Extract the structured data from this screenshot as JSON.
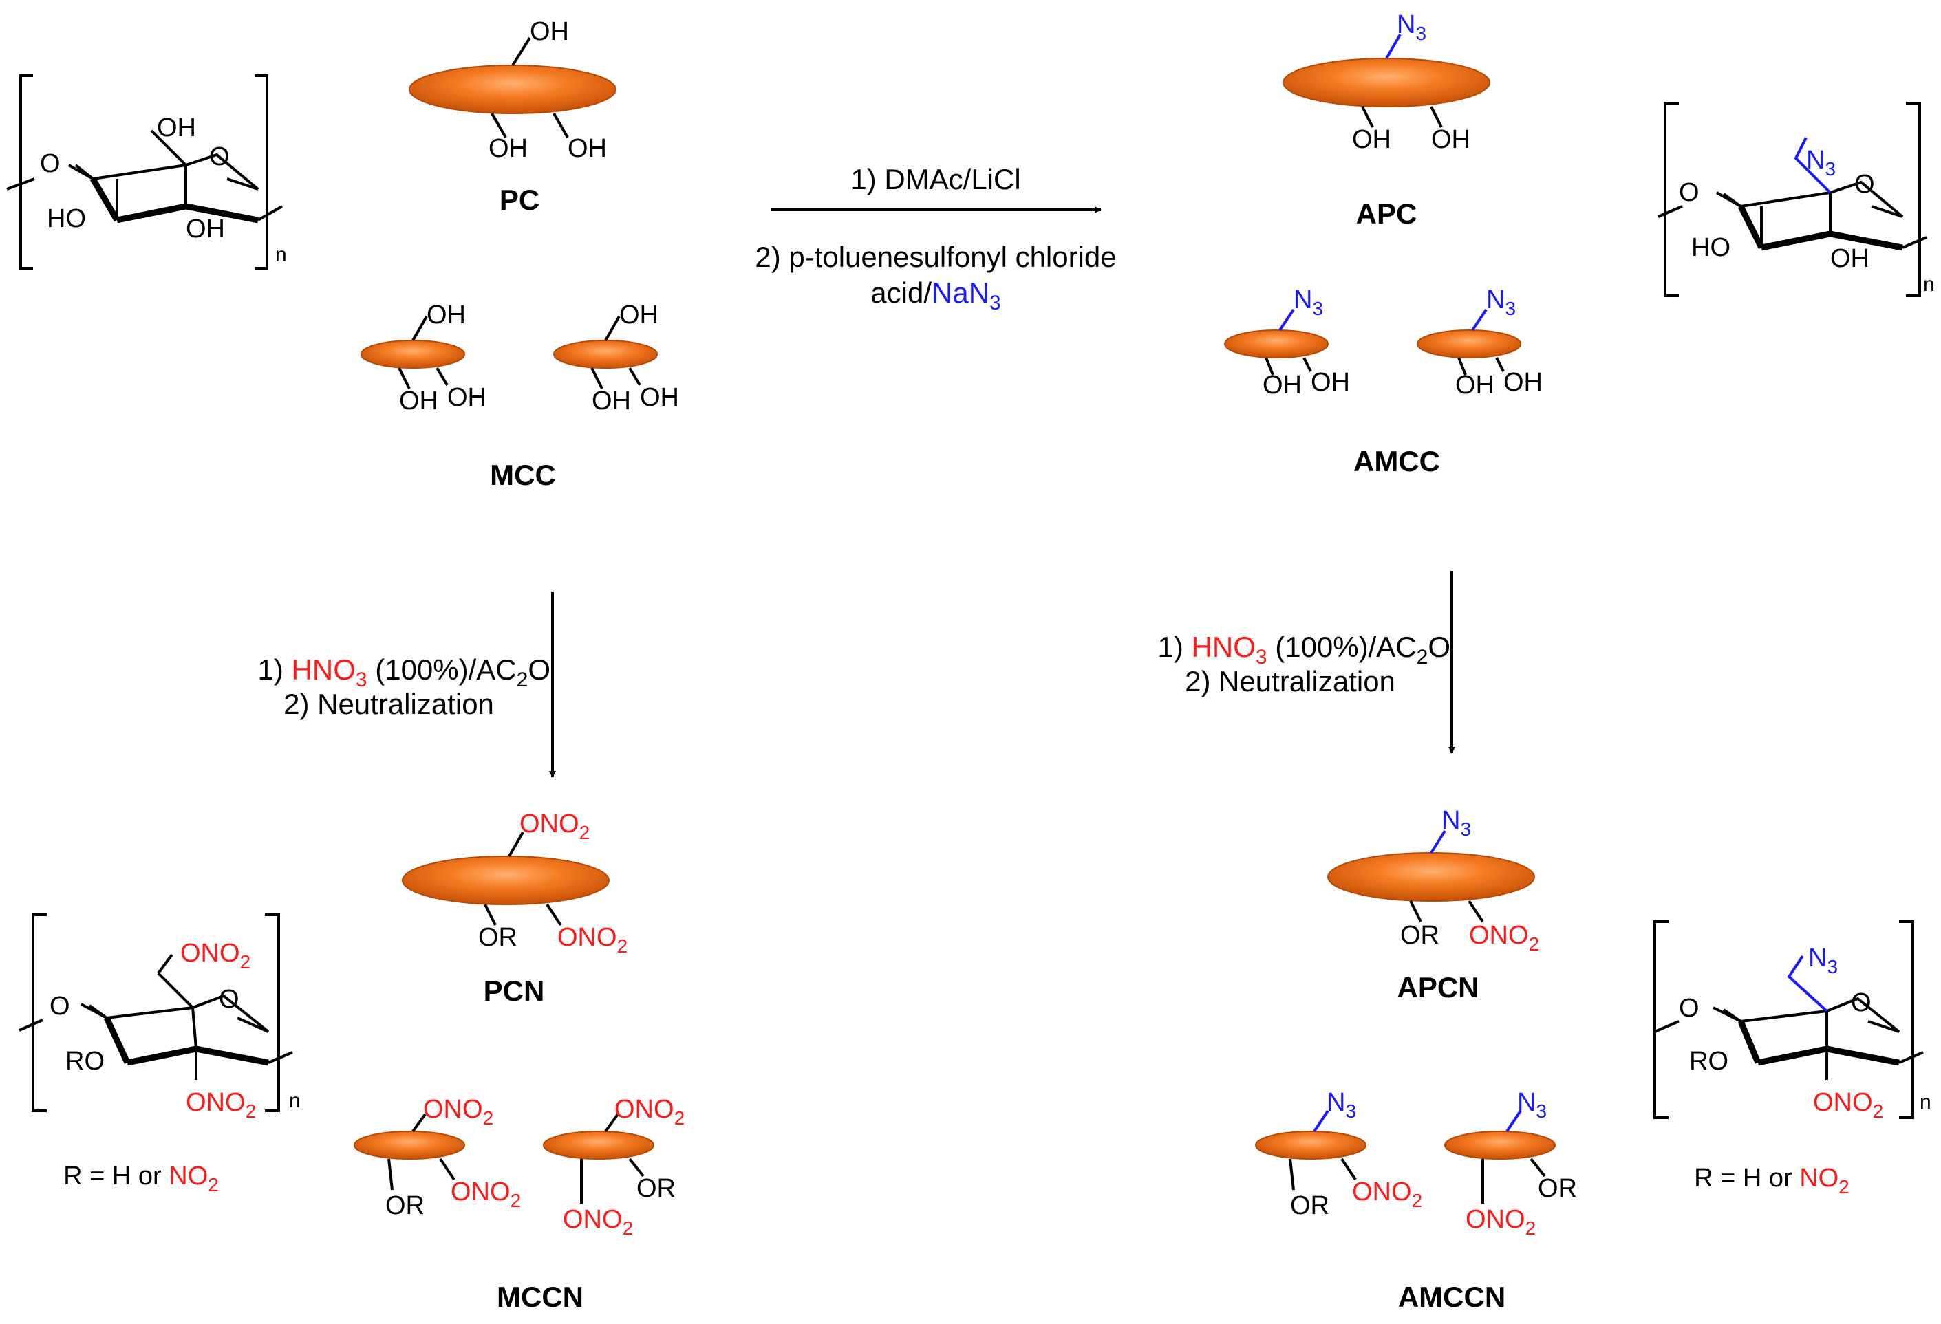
{
  "colors": {
    "particle_fill": "#f07020",
    "particle_edge": "#b84a06",
    "nitro_red": "#ff1a1a",
    "azide_blue": "#1a1aff",
    "bond": "#000000"
  },
  "labels": {
    "pc": "PC",
    "mcc": "MCC",
    "apc": "APC",
    "amcc": "AMCC",
    "pcn": "PCN",
    "mccn": "MCCN",
    "apcn": "APCN",
    "amccn": "AMCCN"
  },
  "groups": {
    "oh": "OH",
    "ho": "HO",
    "or": "OR",
    "ro": "RO",
    "o": "O",
    "n": "n",
    "ono": "ONO",
    "n_azide": "N",
    "sub2": "2",
    "sub3": "3"
  },
  "conditions": {
    "azidation": {
      "step1": "1) DMAc/LiCl",
      "step2": "2) p-toluenesulfonyl chloride",
      "step3_prefix": "acid/",
      "reagent": "NaN",
      "reagent_sub": "3"
    },
    "nitration": {
      "step1_prefix": "1) ",
      "acid": "HNO",
      "acid_sub": "3",
      "step1_mid": " (100%)/AC",
      "step1_sub": "2",
      "step1_end": "O",
      "step2": "2) Neutralization"
    }
  },
  "r_definition": {
    "prefix": "R = H or ",
    "group": "NO",
    "sub": "2"
  }
}
